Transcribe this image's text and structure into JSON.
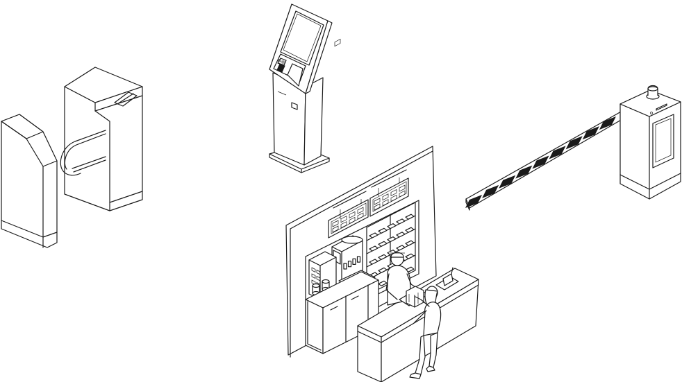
{
  "scene": {
    "background_color": "#ffffff",
    "line_color": "#1a1a1a",
    "style": "isometric line art",
    "objects": [
      "tripod-turnstile",
      "self-service-kiosk",
      "parking-barrier-gate",
      "fast-food-counter"
    ]
  },
  "kiosk": {
    "brand_mark": "",
    "icon": "kiosk-icon"
  },
  "barrier": {
    "stripe_colors": [
      "#1a1a1a",
      "#ffffff"
    ],
    "icon": "barrier-gate-icon"
  },
  "turnstile": {
    "icon": "turnstile-icon"
  },
  "counter": {
    "icon": "restaurant-counter-icon"
  }
}
